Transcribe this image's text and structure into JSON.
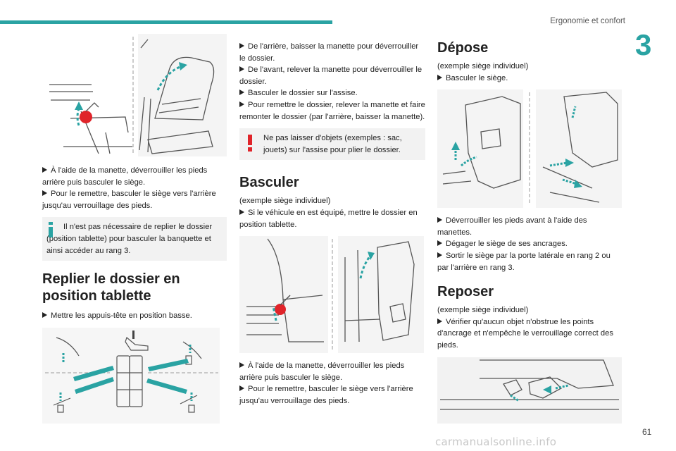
{
  "header": {
    "section_title": "Ergonomie et confort",
    "chapter_number": "3",
    "page_number": "61",
    "watermark": "carmanualsonline.info"
  },
  "colors": {
    "accent": "#2aa3a3",
    "warning": "#e0242a",
    "info": "#2aa3a3",
    "note_bg": "#f2f2f2"
  },
  "col1": {
    "step_a": "À l'aide de la manette, déverrouiller les pieds arrière puis basculer le siège.",
    "step_b": "Pour le remettre, basculer le siège vers l'arrière jusqu'au verrouillage des pieds.",
    "info_note": "Il n'est pas nécessaire de replier le dossier (position tablette) pour basculer la banquette et ainsi accéder au rang 3.",
    "heading": "Replier le dossier en position tablette",
    "step_c": "Mettre les appuis-tête en position basse."
  },
  "col2": {
    "step_a": "De l'arrière, baisser la manette pour déverrouiller le dossier.",
    "step_b": "De l'avant, relever la manette pour déverrouiller le dossier.",
    "step_c": "Basculer le dossier sur l'assise.",
    "step_d": "Pour remettre le dossier, relever la manette et faire remonter le dossier (par l'arrière, baisser la manette).",
    "warning_note": "Ne pas laisser d'objets (exemples : sac, jouets) sur l'assise pour plier le dossier.",
    "heading": "Basculer",
    "example": "(exemple siège individuel)",
    "step_e": "Si le véhicule en est équipé, mettre le dossier en position tablette.",
    "step_f": "À l'aide de la manette, déverrouiller les pieds arrière puis basculer le siège.",
    "step_g": "Pour le remettre, basculer le siège vers l'arrière jusqu'au verrouillage des pieds."
  },
  "col3": {
    "heading_depose": "Dépose",
    "example_1": "(exemple siège individuel)",
    "step_a": "Basculer le siège.",
    "step_b": "Déverrouiller les pieds avant à l'aide des manettes.",
    "step_c": "Dégager le siège de ses ancrages.",
    "step_d": "Sortir le siège par la porte latérale en rang 2 ou par l'arrière en rang 3.",
    "heading_reposer": "Reposer",
    "example_2": "(exemple siège individuel)",
    "step_e": "Vérifier qu'aucun objet n'obstrue les points d'ancrage et n'empêche le verrouillage correct des pieds."
  }
}
